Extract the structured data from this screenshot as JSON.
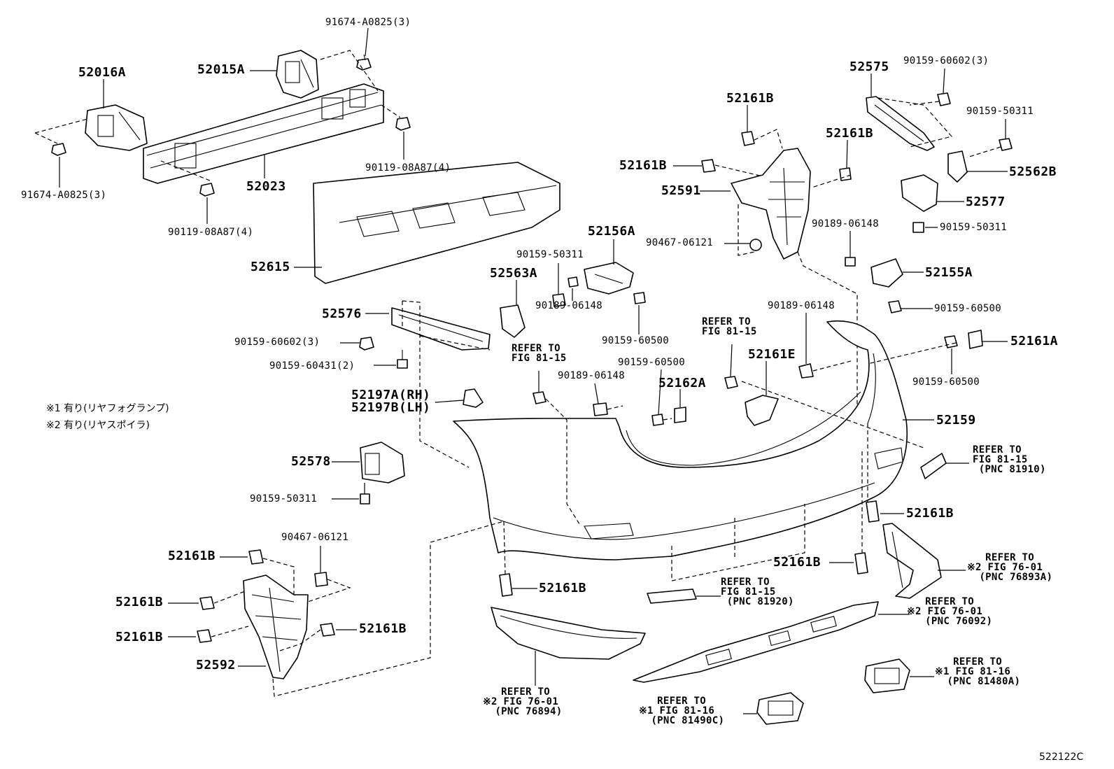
{
  "diagram_code": "522122C",
  "annotations": {
    "note1": "※1 有り(リヤフォグランプ)",
    "note2": "※2 有り(リヤスポイラ)"
  },
  "part_labels": {
    "p91674_a0825_top": "91674-A0825(3)",
    "p52016a": "52016A",
    "p52015a": "52015A",
    "p91674_a0825_left": "91674-A0825(3)",
    "p52023": "52023",
    "p90119_08a87_right": "90119-08A87(4)",
    "p90119_08a87_left": "90119-08A87(4)",
    "p52615": "52615",
    "p52575": "52575",
    "p90159_60602_3_top": "90159-60602(3)",
    "p52161b_a": "52161B",
    "p90159_50311_a": "90159-50311",
    "p52161b_b": "52161B",
    "p52161b_c": "52161B",
    "p52562b": "52562B",
    "p52591": "52591",
    "p52577": "52577",
    "p90189_06148_a": "90189-06148",
    "p90159_50311_b": "90159-50311",
    "p52156a": "52156A",
    "p90159_50311_c": "90159-50311",
    "p90467_06121_a": "90467-06121",
    "p52563a": "52563A",
    "p52155a": "52155A",
    "p52576": "52576",
    "p90189_06148_b": "90189-06148",
    "p90189_06148_c": "90189-06148",
    "p90159_60500_a": "90159-60500",
    "p90159_60500_b": "90159-60500",
    "p90159_60602_3_left": "90159-60602(3)",
    "p52161a": "52161A",
    "p52161e": "52161E",
    "p90159_60431_2": "90159-60431(2)",
    "p90159_60500_c": "90159-60500",
    "p90159_60500_d": "90159-60500",
    "p90189_06148_d": "90189-06148",
    "p52162a": "52162A",
    "p52197ab": "52197A(RH)\n52197B(LH)",
    "p52159": "52159",
    "p52578": "52578",
    "p90159_50311_d": "90159-50311",
    "p52161b_d": "52161B",
    "p90467_06121_b": "90467-06121",
    "p52161b_e": "52161B",
    "p52161b_f": "52161B",
    "p52161b_g": "52161B",
    "p52161b_h": "52161B",
    "p52161b_i": "52161B",
    "p52161b_j": "52161B",
    "p52592": "52592"
  },
  "references": {
    "ref_a": "REFER TO\nFIG 81-15",
    "ref_b": "REFER TO\nFIG 81-15",
    "ref_c": "REFER TO\nFIG 81-15\n (PNC 81910)",
    "ref_d": "   REFER TO\n※2 FIG 76-01\n  (PNC 76893A)",
    "ref_e": "REFER TO\nFIG 81-15\n (PNC 81920)",
    "ref_f": "   REFER TO\n※2 FIG 76-01\n   (PNC 76092)",
    "ref_g": "   REFER TO\n※1 FIG 81-16\n  (PNC 81480A)",
    "ref_h": "   REFER TO\n※2 FIG 76-01\n  (PNC 76894)",
    "ref_i": "   REFER TO\n※1 FIG 81-16\n  (PNC 81490C)"
  }
}
